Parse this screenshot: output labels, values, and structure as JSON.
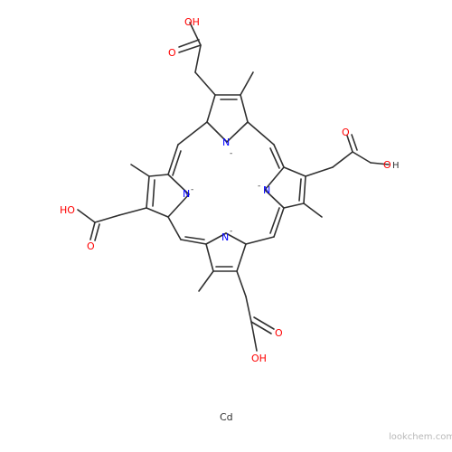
{
  "molecule": {
    "atom_labels": {
      "n1": "N",
      "n2": "N",
      "n3": "N",
      "n4": "N",
      "charge": "-",
      "o": "O",
      "oh": "OH",
      "ho": "HO",
      "h": "H",
      "cd": "Cd"
    }
  },
  "watermark": {
    "text": "lookchem.com"
  },
  "colors": {
    "bond": "#303030",
    "oxygen": "#ff0000",
    "nitrogen": "#0000ff",
    "watermark": "#b8b8b8"
  }
}
